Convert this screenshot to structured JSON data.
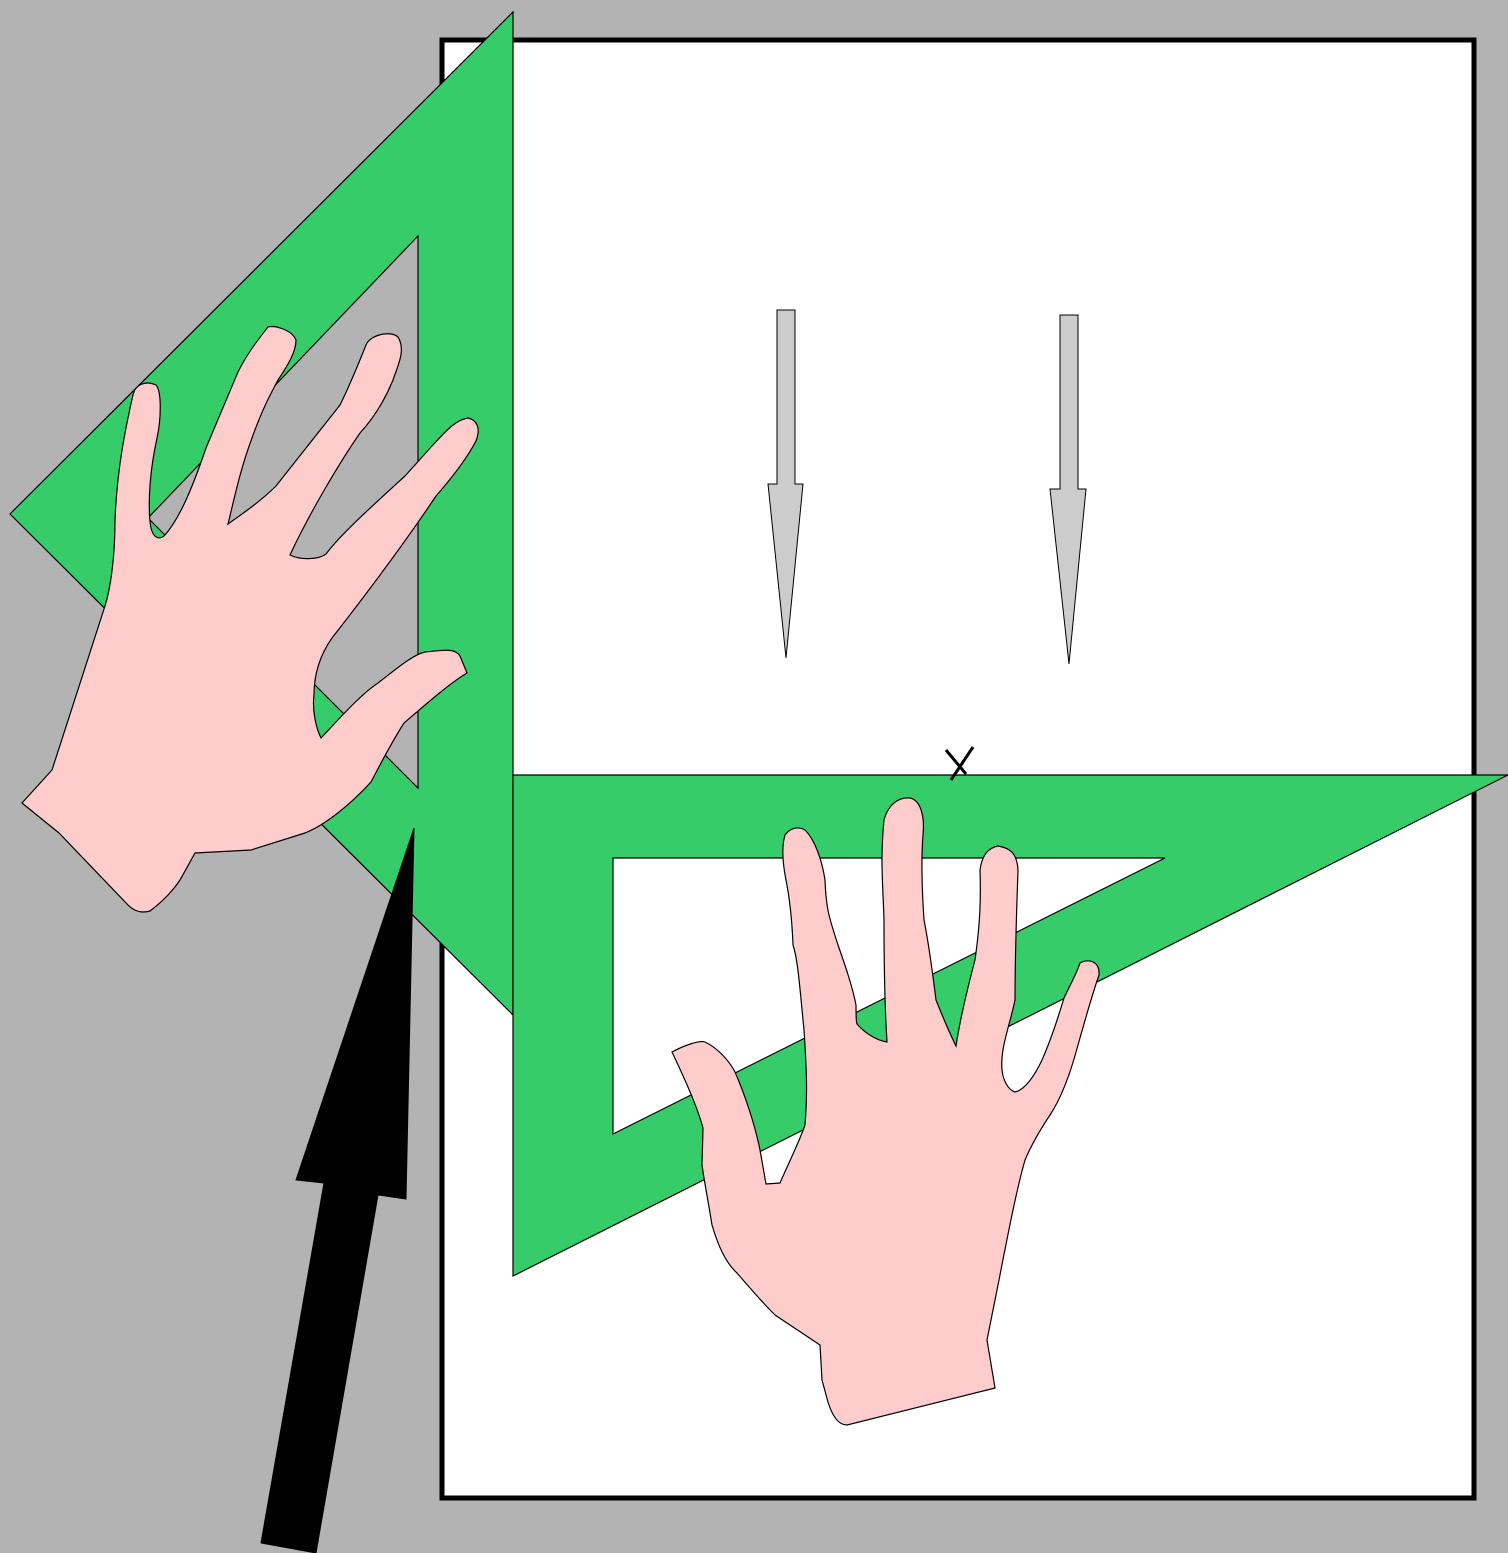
{
  "colors": {
    "background": "#b3b3b3",
    "paper": "#ffffff",
    "paper_border": "#000000",
    "set_square_fill": "#36cc6a",
    "set_square_stroke": "#000000",
    "hand_fill": "#ffcccc",
    "hand_stroke": "#000000",
    "slide_arrow_fill": "#cccccc",
    "pencil_arrow_fill": "#000000"
  },
  "elements": {
    "sheet": "paper-sheet",
    "tool_45": "set-square-45-degree",
    "tool_30_60": "set-square-30-60-degree",
    "left_hand": "hand-holding-45-square",
    "right_hand": "hand-holding-30-60-square",
    "slide_arrows": "slide-down-arrow",
    "pencil_arrow": "pencil-direction-arrow",
    "mark": "x-cross-mark"
  }
}
